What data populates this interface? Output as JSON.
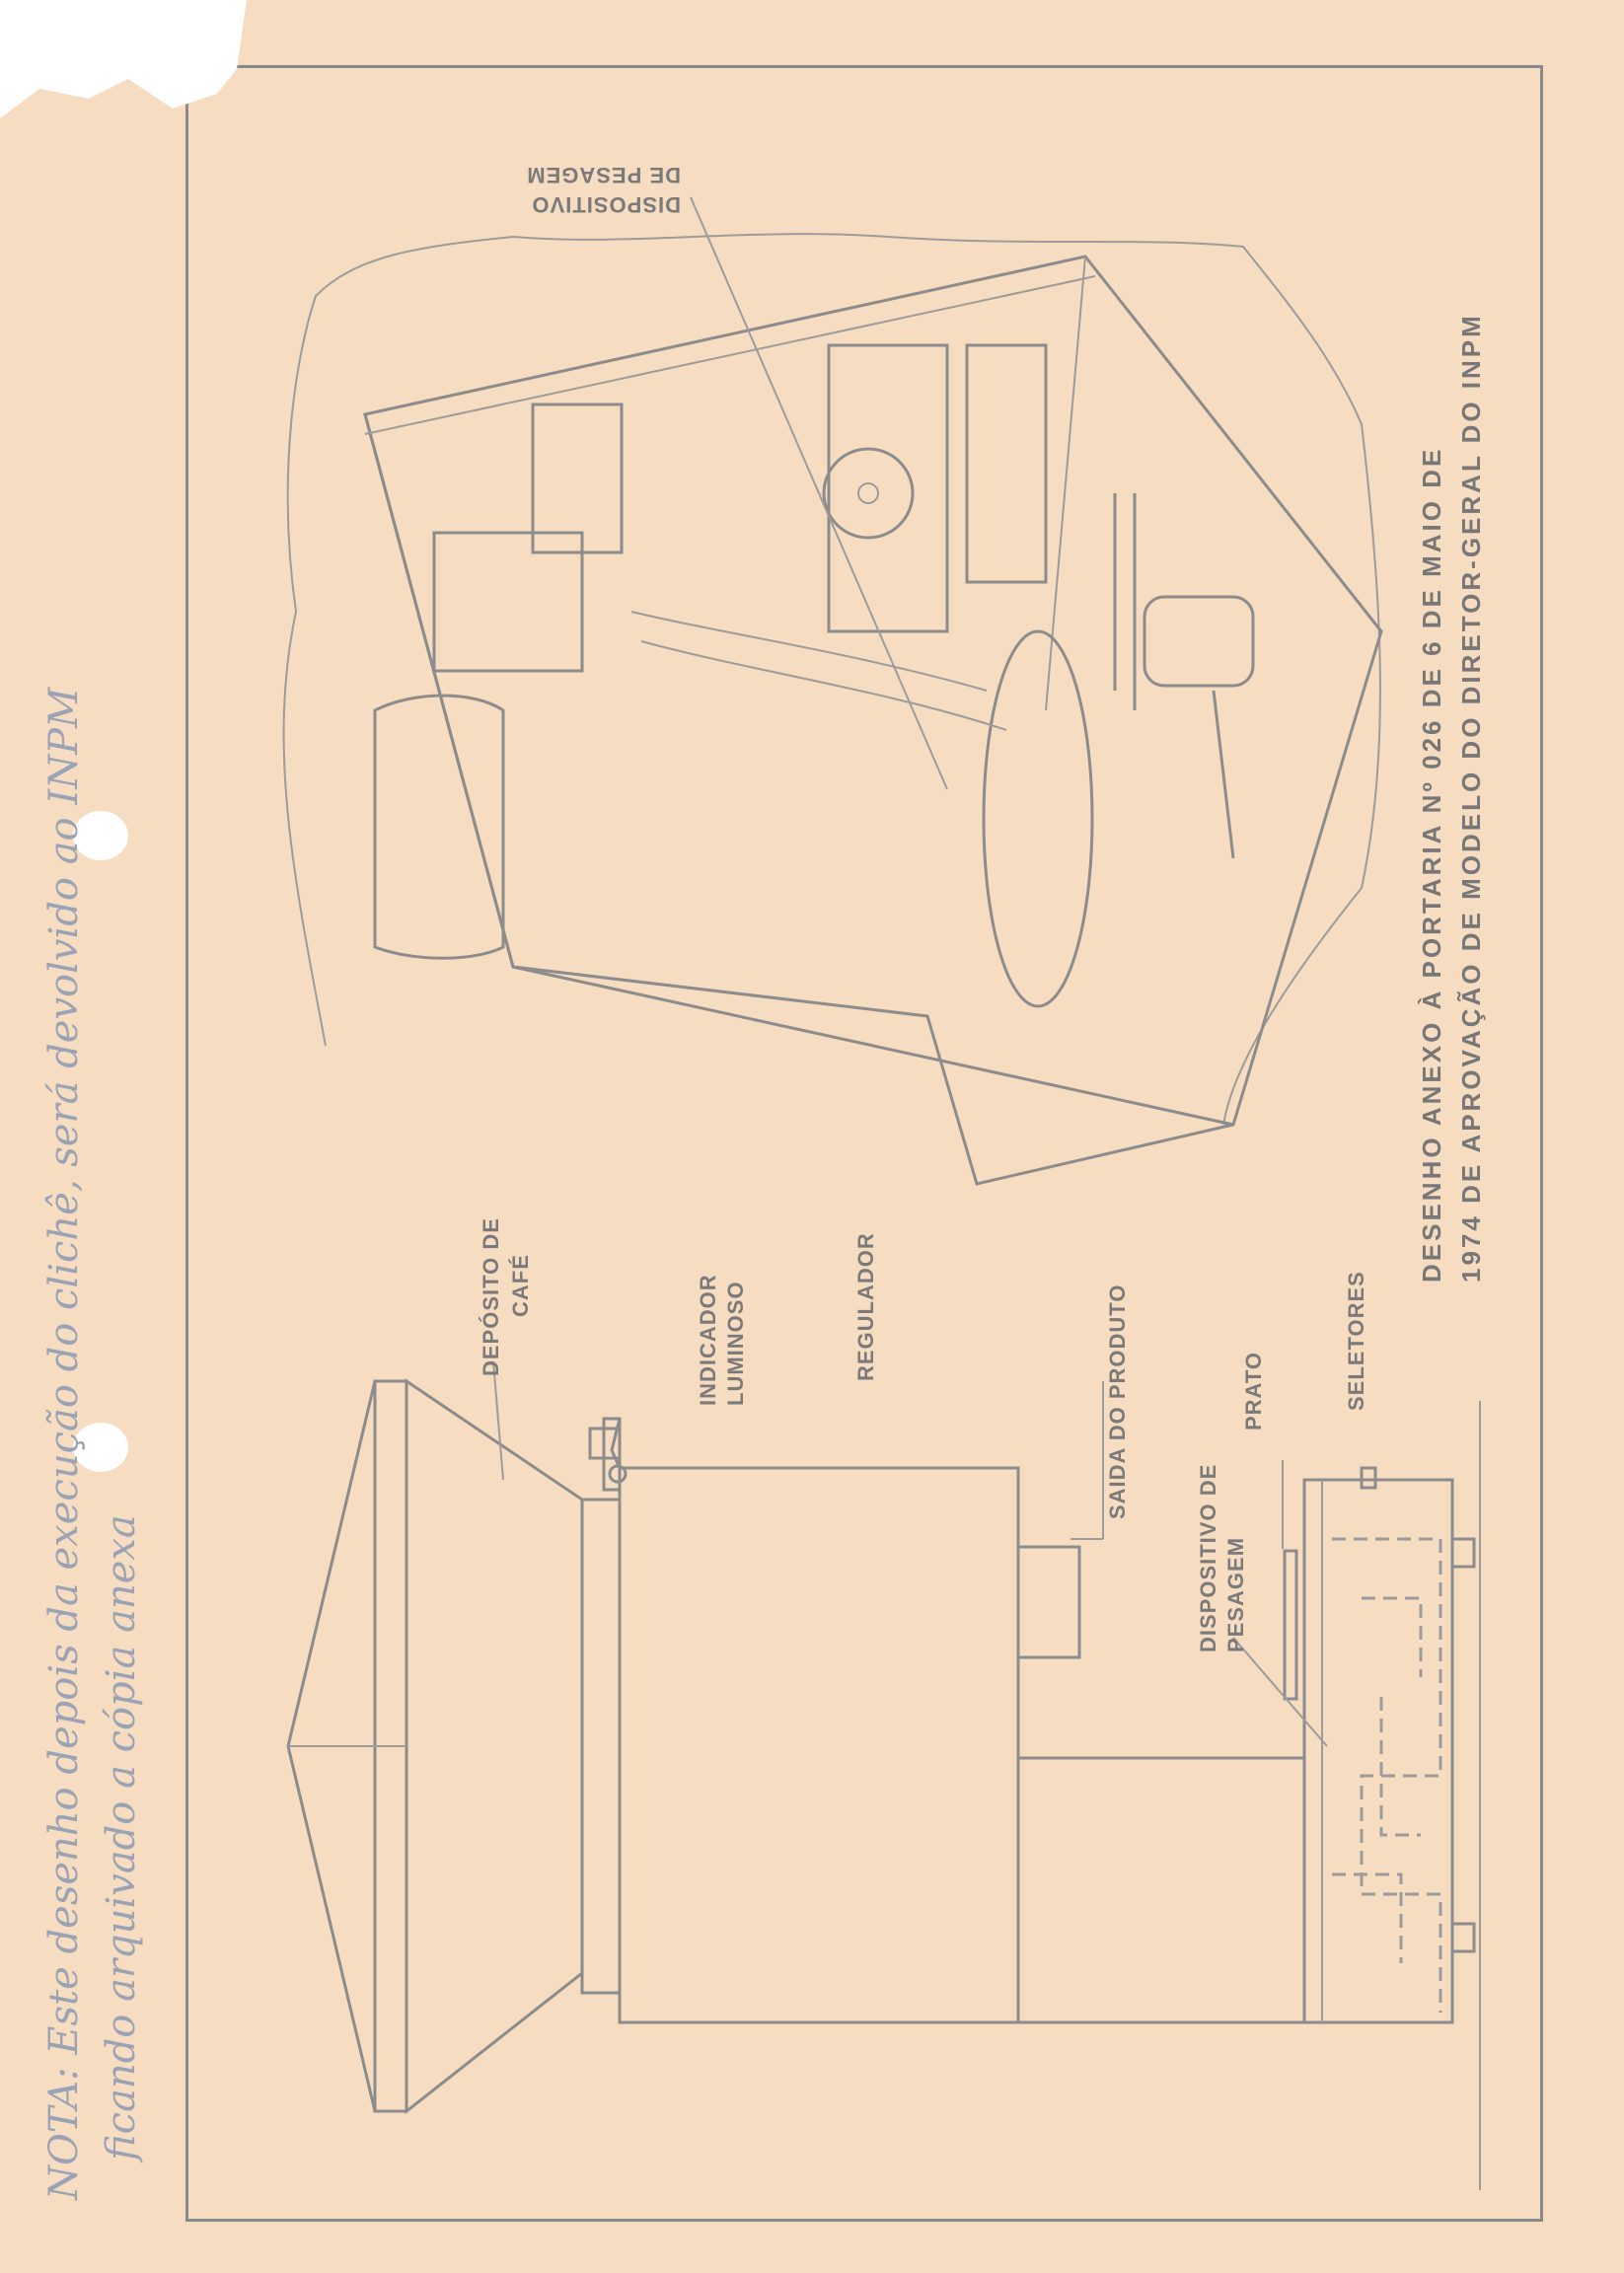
{
  "note": {
    "line1": "NOTA: Este desenho depois da execução do clichê, será devolvido ao INPM",
    "line2": "ficando arquivado a cópia anexa"
  },
  "labels": {
    "deposito_cafe_1": "DEPÓSITO DE",
    "deposito_cafe_2": "CAFÉ",
    "indicador_1": "INDICADOR",
    "indicador_2": "LUMINOSO",
    "regulador": "REGULADOR",
    "saida_produto": "SAIDA DO PRODUTO",
    "seletores": "SELETORES",
    "prato": "PRATO",
    "dispositivo_pesagem_1": "DISPOSITIVO DE",
    "dispositivo_pesagem_2": "PESAGEM",
    "top_dispositivo_1": "DISPOSITIVO",
    "top_dispositivo_2": "DE PESAGEM"
  },
  "caption": {
    "line1": "DESENHO ANEXO À PORTARIA Nº 026 DE 6 DE MAIO DE",
    "line2": "1974 DE APROVAÇÃO DE MODELO DO DIRETOR-GERAL DO INPM"
  },
  "colors": {
    "paper": "#f6dcc0",
    "ink": "#8c8c8c",
    "handwriting": "#9aa3b4"
  }
}
